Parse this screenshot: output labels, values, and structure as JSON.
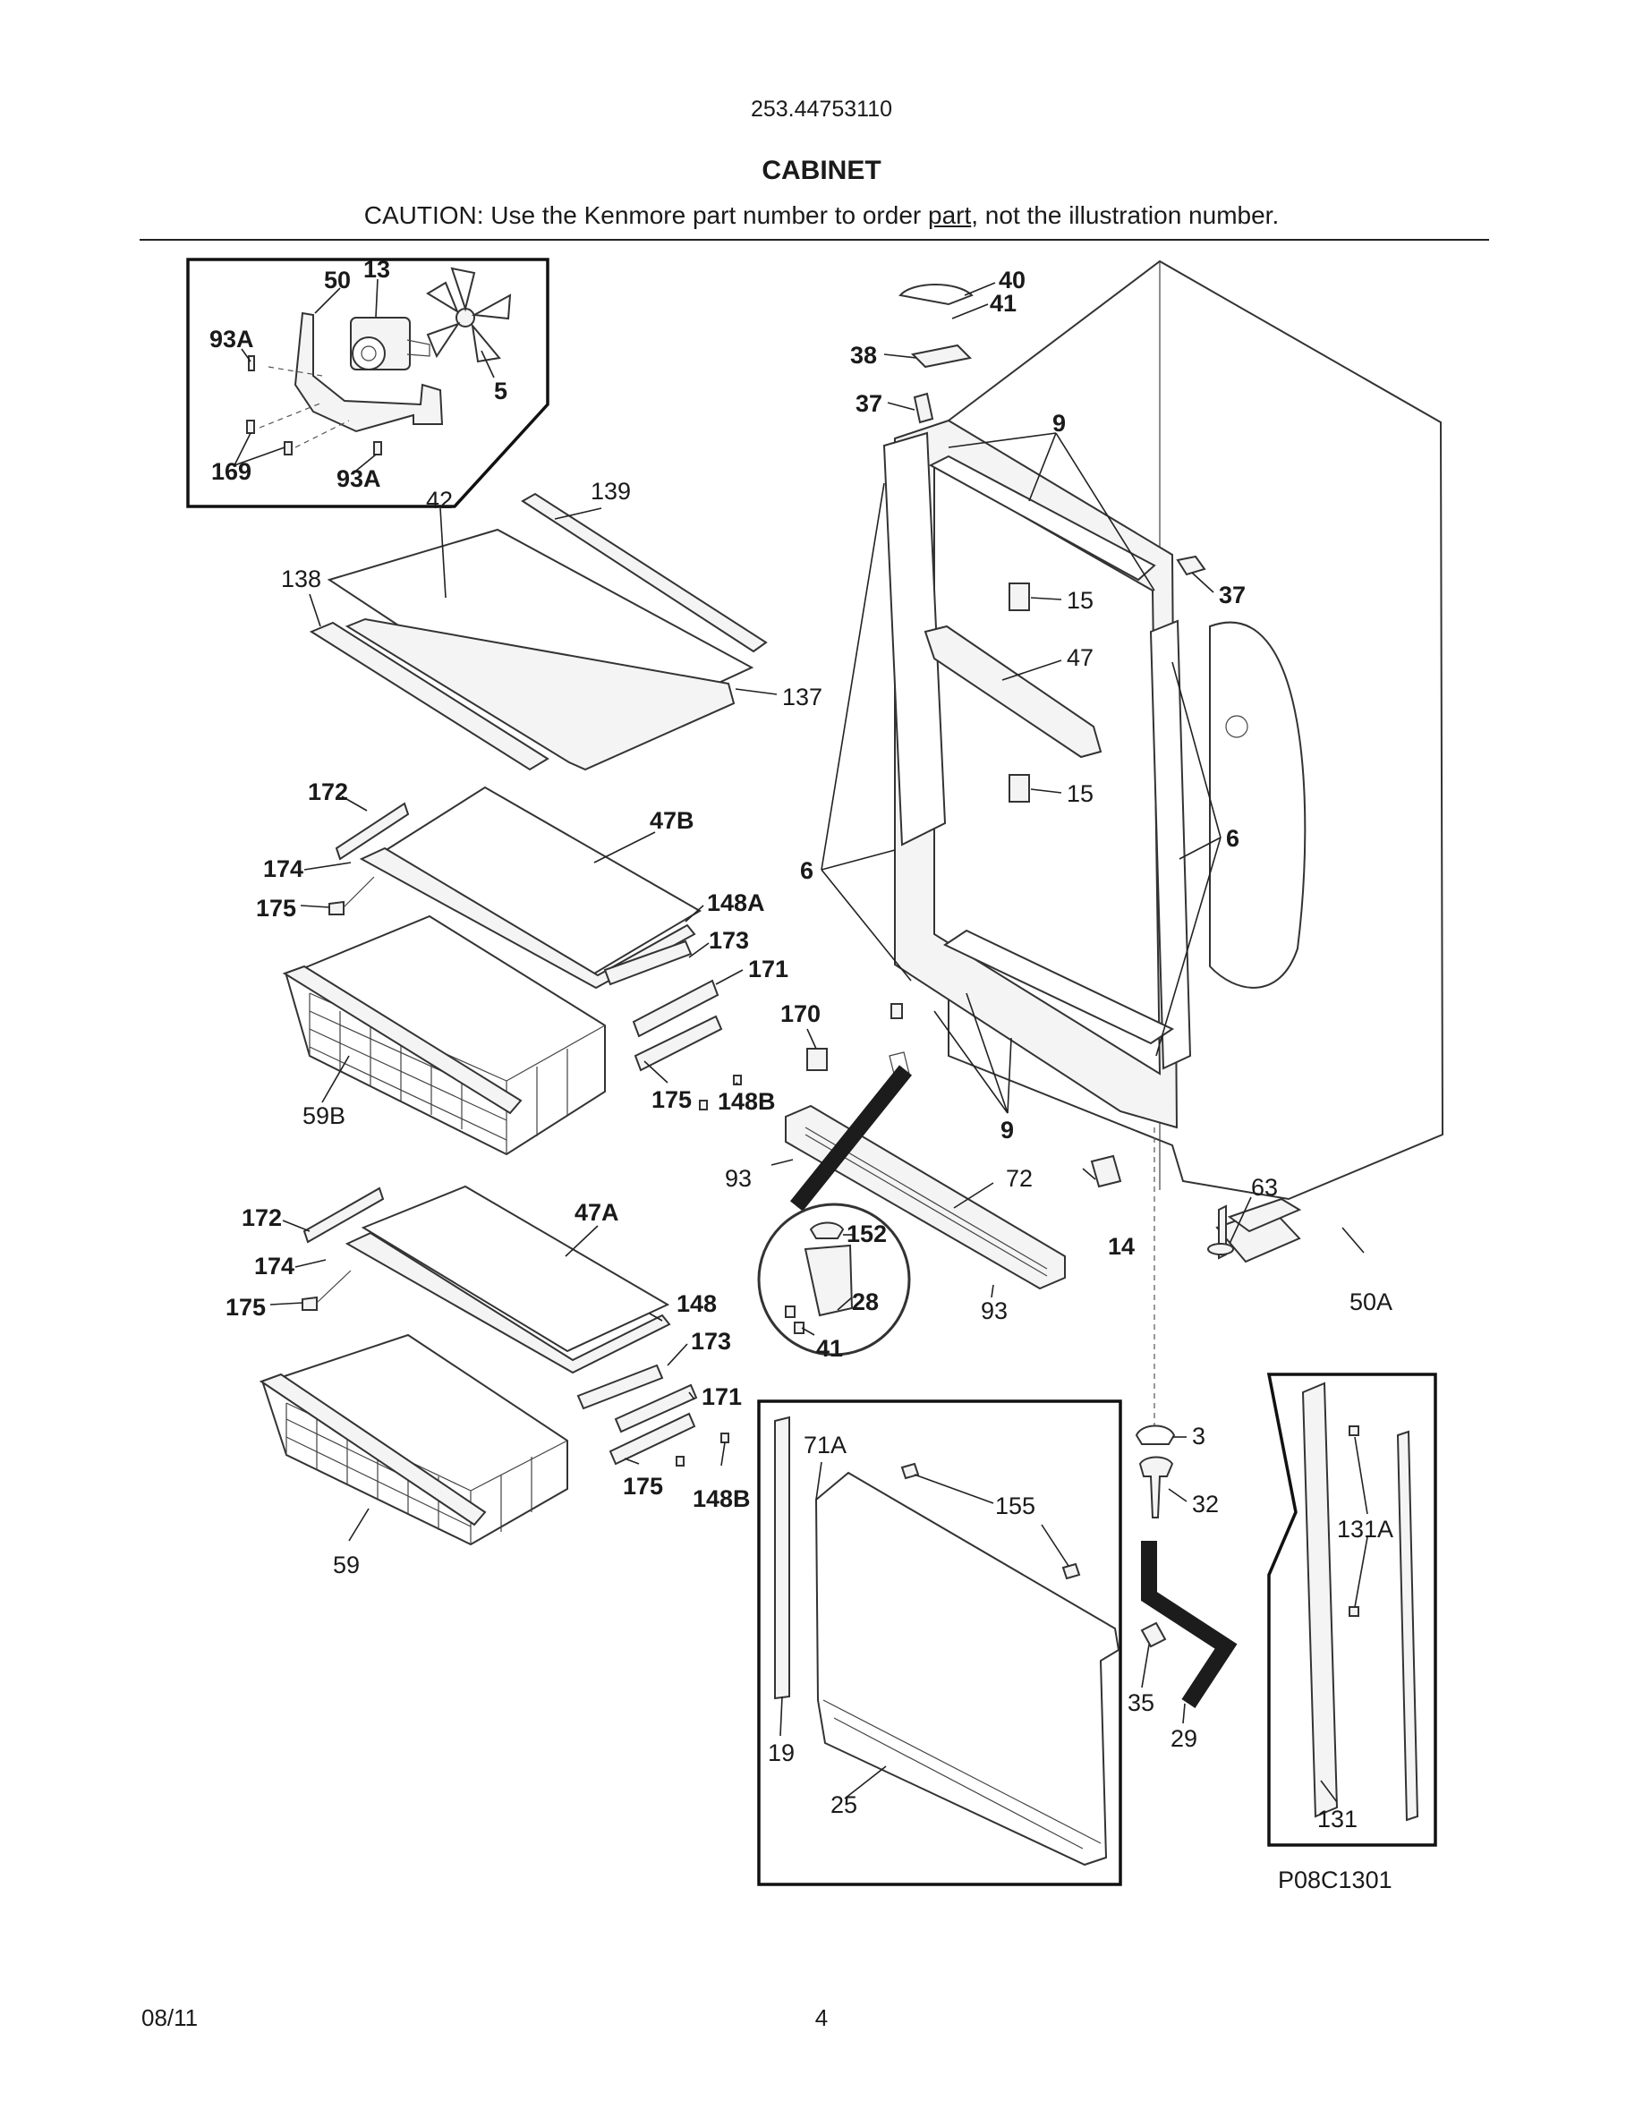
{
  "header": {
    "model": "253.44753110",
    "title": "CABINET",
    "caution_before": "CAUTION: Use the Kenmore part number to order ",
    "caution_underlined": "part",
    "caution_after": ", not the illustration number."
  },
  "diagram": {
    "callouts": [
      "50",
      "13",
      "93A",
      "5",
      "169",
      "93A",
      "40",
      "41",
      "38",
      "37",
      "9",
      "37",
      "15",
      "47",
      "15",
      "6",
      "6",
      "42",
      "139",
      "138",
      "137",
      "172",
      "47B",
      "174",
      "175",
      "148A",
      "173",
      "171",
      "170",
      "175",
      "148B",
      "59B",
      "9",
      "93",
      "72",
      "14",
      "63",
      "50A",
      "152",
      "28",
      "41",
      "93",
      "172",
      "47A",
      "174",
      "175",
      "148",
      "173",
      "171",
      "175",
      "148B",
      "59",
      "71A",
      "155",
      "19",
      "25",
      "3",
      "32",
      "35",
      "29",
      "131A",
      "131"
    ],
    "reference": "P08C1301"
  },
  "footer": {
    "date": "08/11",
    "page": "4"
  }
}
